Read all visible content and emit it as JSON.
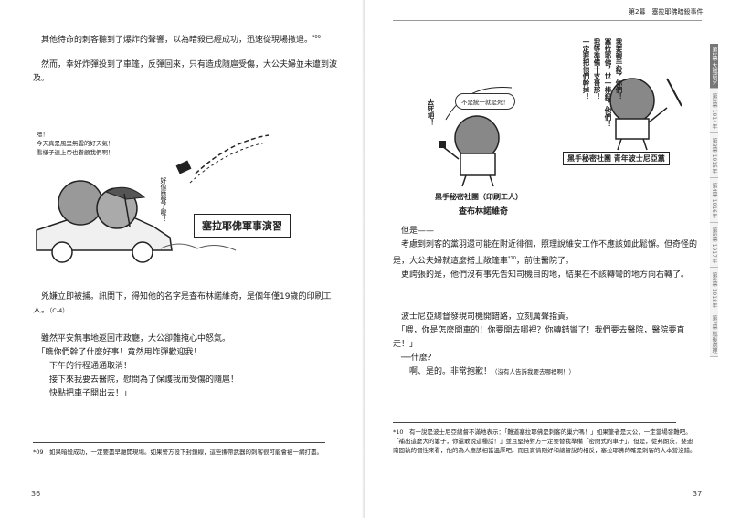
{
  "header": {
    "chapter": "第2幕　塞拉耶佛暗殺事件"
  },
  "page_numbers": {
    "left": "36",
    "right": "37"
  },
  "left_page": {
    "para1": "其他待命的刺客聽到了爆炸的聲響，以為暗殺已經成功，迅速從現場撤退。",
    "para1_note": "*09",
    "para2": "然而，幸好炸彈投到了車篷，反彈回來，只有造成隨扈受傷，大公夫婦並未遭到波及。",
    "illust1": {
      "speech": [
        "嗯！",
        "今天真是風里無雲的好天氣！",
        "看樣子連上帝也眷顧我們啊！"
      ],
      "vertical": "好像應聲了喔！",
      "sign": "塞拉耶佛軍事演習"
    },
    "para3": "兇嫌立即被捕。訊問下，得知他的名字是查布林諾維奇，是個年僅19歲的印刷工人。",
    "para3_note": "（C-4）",
    "para4": "雖然平安無事地返回市政廳，大公卻難掩心中怒氣。",
    "quote1": "「瞧你們幹了什麼好事！竟然用炸彈歡迎我！",
    "quote2": "下午的行程通通取消！",
    "quote3": "接下來我要去醫院，慰問為了保護我而受傷的隨扈！",
    "quote4": "快點把車子開出去！」",
    "footnote_mark": "*09",
    "footnote": "如果暗殺成功，一定要盡早離開現場。如果警方設下封鎖線，這些攜帶武器的刺客很可能會被一網打盡。"
  },
  "right_page": {
    "illust2": {
      "left_exclaim": "去死吧！",
      "bubble": "不是統一就是死！",
      "label1": "黑手秘密社團（印刷工人）",
      "label2": "查布林諾維奇",
      "right_vertical_1": "我要親手殺了你們！",
      "right_vertical_2": "塞拉耶佛，世一棒殺了他們！",
      "right_vertical_3": "我等準備十支哥那！",
      "right_vertical_4": "一定要把他們幹掉！",
      "box_label": "黑手秘密社團 青年波士尼亞黨"
    },
    "para1": "但是——",
    "para2": "考慮到刺客的黨羽還可能在附近徘徊，照理說維安工作不應該如此鬆懈。但奇怪的是，大公夫婦就這麼搭上敞篷車",
    "para2_note": "*10",
    "para2_end": "，前往醫院了。",
    "para3": "更誇張的是，他們沒有事先告知司機目的地，結果在不該轉彎的地方向右轉了。",
    "para4": "波士尼亞總督發現司機開錯路，立刻厲聲指責。",
    "quote1": "「喂，你是怎麼開車的！你要開去哪裡？你轉錯彎了！我們要去醫院，醫院要直走！」",
    "quote2": "──什麼？",
    "quote3": "啊、是的。非常抱歉！",
    "quote3_aside": "（沒有人告訴我要去哪裡啊！）",
    "footnote_mark": "*10",
    "footnote": "有一說是波士尼亞總督不滿地表示：「難道塞拉耶佛是刺客的巢穴嗎！」如果筆者是大公，一定當場發難吧。「補出這麼大的簍子，你還敢說這種話！」並且堅持對方一定要替我準備「密閉式的車子」。但是，從弗朗茨．斐迪南固執的個性來看，他的為人應該相當溫厚吧。而且實情剛好和總督說的相反，塞拉耶佛的確是刺客的大本營沒錯。"
  },
  "tabs": [
    "第1幕 大戰前夕",
    "第2幕 1914年",
    "第3幕 1915年",
    "第4幕 1916年",
    "第5幕 1917年",
    "第6幕 1918年",
    "第7幕 戰後處理"
  ]
}
